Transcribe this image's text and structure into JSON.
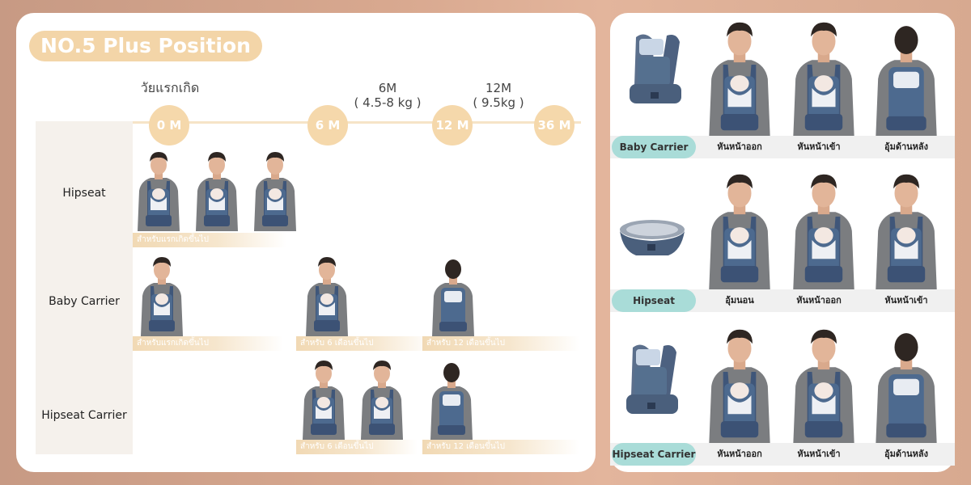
{
  "left": {
    "title": "NO.5 Plus Position",
    "stage_newborn": "วัยแรกเกิด",
    "stage_6m_line1": "6M",
    "stage_6m_line2": "( 4.5-8 kg )",
    "stage_12m_line1": "12M",
    "stage_12m_line2": "( 9.5kg )",
    "ages": [
      "0 M",
      "6 M",
      "12 M",
      "36 M"
    ],
    "rows": [
      "Hipseat",
      "Baby Carrier",
      "Hipseat Carrier"
    ],
    "ribbons": {
      "hipseat_newborn": "สำหรับแรกเกิดขึ้นไป",
      "carrier_newborn": "สำหรับแรกเกิดขึ้นไป",
      "carrier_6m": "สำหรับ 6 เดือนขึ้นไป",
      "carrier_12m": "สำหรับ 12 เดือนขึ้นไป",
      "hipcarrier_6m": "สำหรับ 6 เดือนขึ้นไป",
      "hipcarrier_12m": "สำหรับ 12 เดือนขึ้นไป"
    }
  },
  "right": {
    "sections": [
      {
        "mode": "Baby Carrier",
        "captions": [
          "หันหน้าออก",
          "หันหน้าเข้า",
          "อุ้มด้านหลัง"
        ]
      },
      {
        "mode": "Hipseat",
        "captions": [
          "อุ้มนอน",
          "หันหน้าออก",
          "หันหน้าเข้า"
        ]
      },
      {
        "mode": "Hipseat Carrier",
        "captions": [
          "หันหน้าออก",
          "หันหน้าเข้า",
          "อุ้มด้านหลัง"
        ]
      }
    ]
  },
  "colors": {
    "title_pill": "#f3d5a8",
    "age_circle": "#f5d8ab",
    "mode_pill": "#a9dcd8",
    "carrier_denim": "#4d6a8f",
    "shirt_grey": "#7b7d80"
  }
}
